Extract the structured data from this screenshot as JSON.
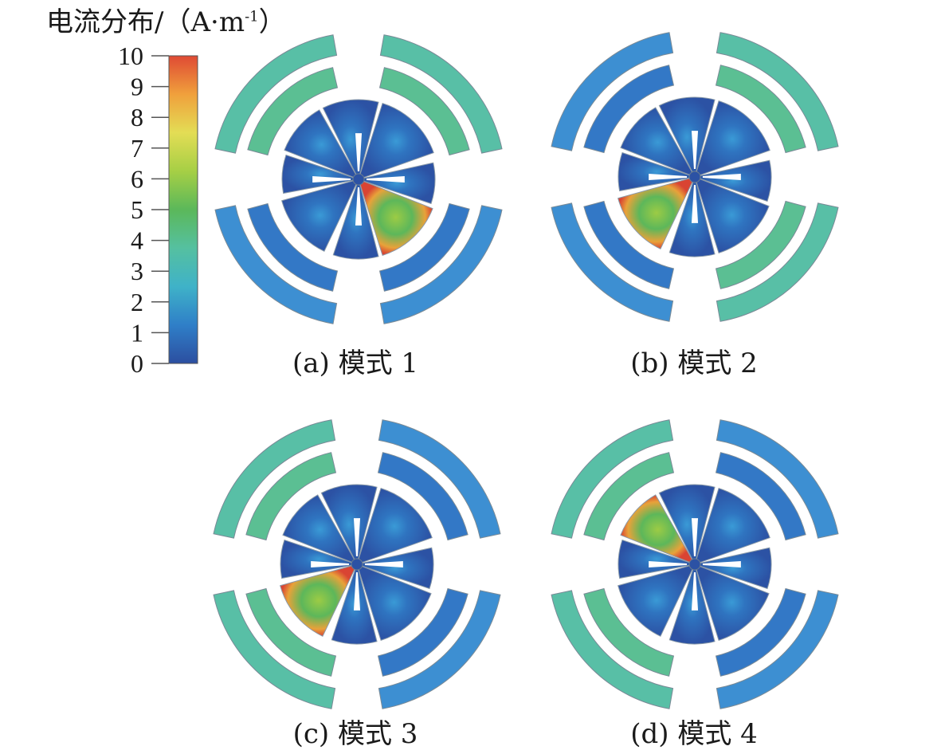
{
  "colorbar": {
    "title_prefix": "电流分布/（A·m",
    "title_sup": "-1",
    "title_suffix": "）",
    "ticks": [
      "0",
      "1",
      "2",
      "3",
      "4",
      "5",
      "6",
      "7",
      "8",
      "9",
      "10"
    ],
    "min": 0,
    "max": 10,
    "colors": [
      "#2c4fa0",
      "#2f7fc8",
      "#3fb2c8",
      "#55c0a0",
      "#5bb85a",
      "#a6cf45",
      "#e3dd55",
      "#f0a03c",
      "#df4a34"
    ]
  },
  "panels": [
    {
      "caption": "(a) 模式 1",
      "hot_inner_segment": 1,
      "hot_outer_sectors": [
        0,
        1
      ]
    },
    {
      "caption": "(b) 模式 2",
      "hot_inner_segment": 2,
      "hot_outer_sectors": [
        1,
        2
      ]
    },
    {
      "caption": "(c) 模式 3",
      "hot_inner_segment": 4,
      "hot_outer_sectors": [
        0,
        3
      ]
    },
    {
      "caption": "(d) 模式 4",
      "hot_inner_segment": 5,
      "hot_outer_sectors": [
        0,
        3
      ]
    }
  ]
}
